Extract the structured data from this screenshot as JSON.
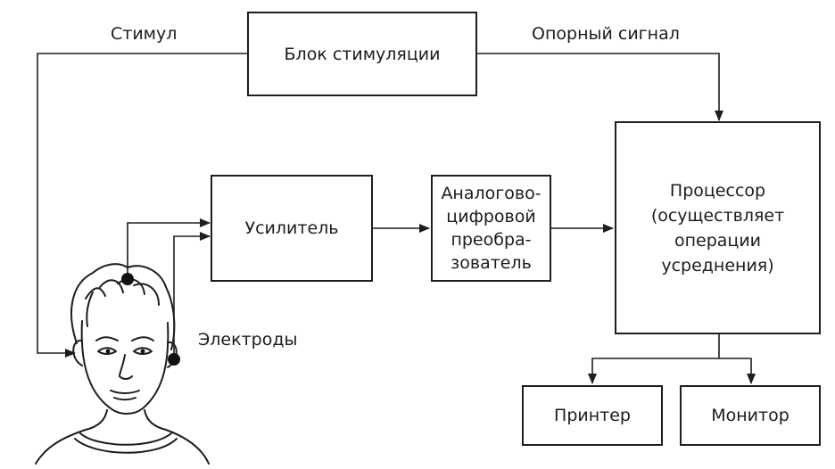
{
  "diagram": {
    "stim_block": "Блок стимуляции",
    "amplifier": "Усилитель",
    "adc_lines": [
      "Аналогово-",
      "цифровой",
      "преобра-",
      "зователь"
    ],
    "processor_lines": [
      "Процессор",
      "(осуществляет",
      "операции",
      "усреднения)"
    ],
    "printer": "Принтер",
    "monitor": "Монитор",
    "stimulus_label": "Стимул",
    "reference_label": "Опорный сигнал",
    "electrodes_label": "Электроды"
  },
  "colors": {
    "line": "#1e1e1e",
    "background": "#ffffff"
  }
}
